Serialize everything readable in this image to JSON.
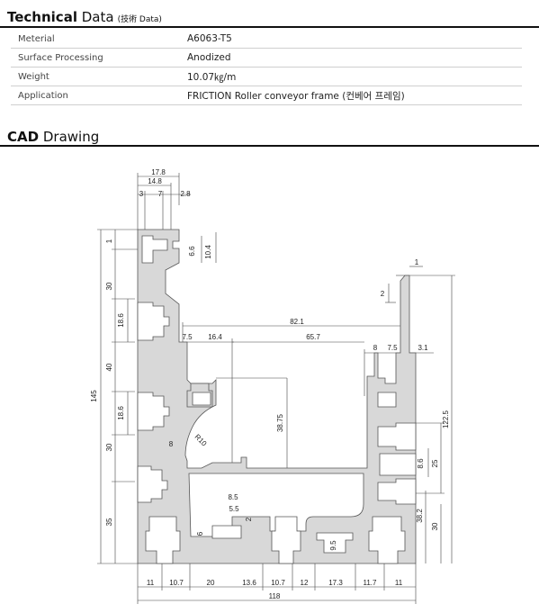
{
  "technical": {
    "title_bold": "Technical",
    "title_rest": " Data",
    "title_sub": "(技術 Data)",
    "rows": [
      {
        "label": "Meterial",
        "value": "A6063-T5"
      },
      {
        "label": "Surface Processing",
        "value": "Anodized"
      },
      {
        "label": "Weight",
        "value": "10.07㎏/m"
      },
      {
        "label": "Application",
        "value": "FRICTION Roller conveyor frame (컨베어 프레임)"
      }
    ]
  },
  "cad": {
    "title_bold": "CAD",
    "title_rest": " Drawing",
    "dims": {
      "d_17_8": "17.8",
      "d_14_8": "14.8",
      "d_3": "3",
      "d_7": "7",
      "d_2_8": "2.8",
      "d_1_top": "1",
      "d_6_6": "6.6",
      "d_10_4": "10.4",
      "d_30a": "30",
      "d_18_6a": "18.6",
      "d_145": "145",
      "d_40": "40",
      "d_18_6b": "18.6",
      "d_30b": "30",
      "d_35": "35",
      "d_7_5a": "7.5",
      "d_16_4": "16.4",
      "d_82_1": "82.1",
      "d_65_7": "65.7",
      "d_8a": "8",
      "d_7_5b": "7.5",
      "d_3_1": "3.1",
      "d_1_right": "1",
      "d_2": "2",
      "d_38_75": "38.75",
      "d_r10": "R10",
      "d_8b": "8",
      "d_122_5": "122.5",
      "d_8_6": "8.6",
      "d_25": "25",
      "d_38_2": "38.2",
      "d_30c": "30",
      "d_8_5": "8.5",
      "d_5_5": "5.5",
      "d_2b": "2",
      "d_6": "6",
      "d_9_5": "9.5",
      "b_11a": "11",
      "b_10_7a": "10.7",
      "b_20": "20",
      "b_13_6": "13.6",
      "b_10_7b": "10.7",
      "b_12": "12",
      "b_17_3": "17.3",
      "b_11_7": "11.7",
      "b_11b": "11",
      "b_118": "118"
    }
  }
}
